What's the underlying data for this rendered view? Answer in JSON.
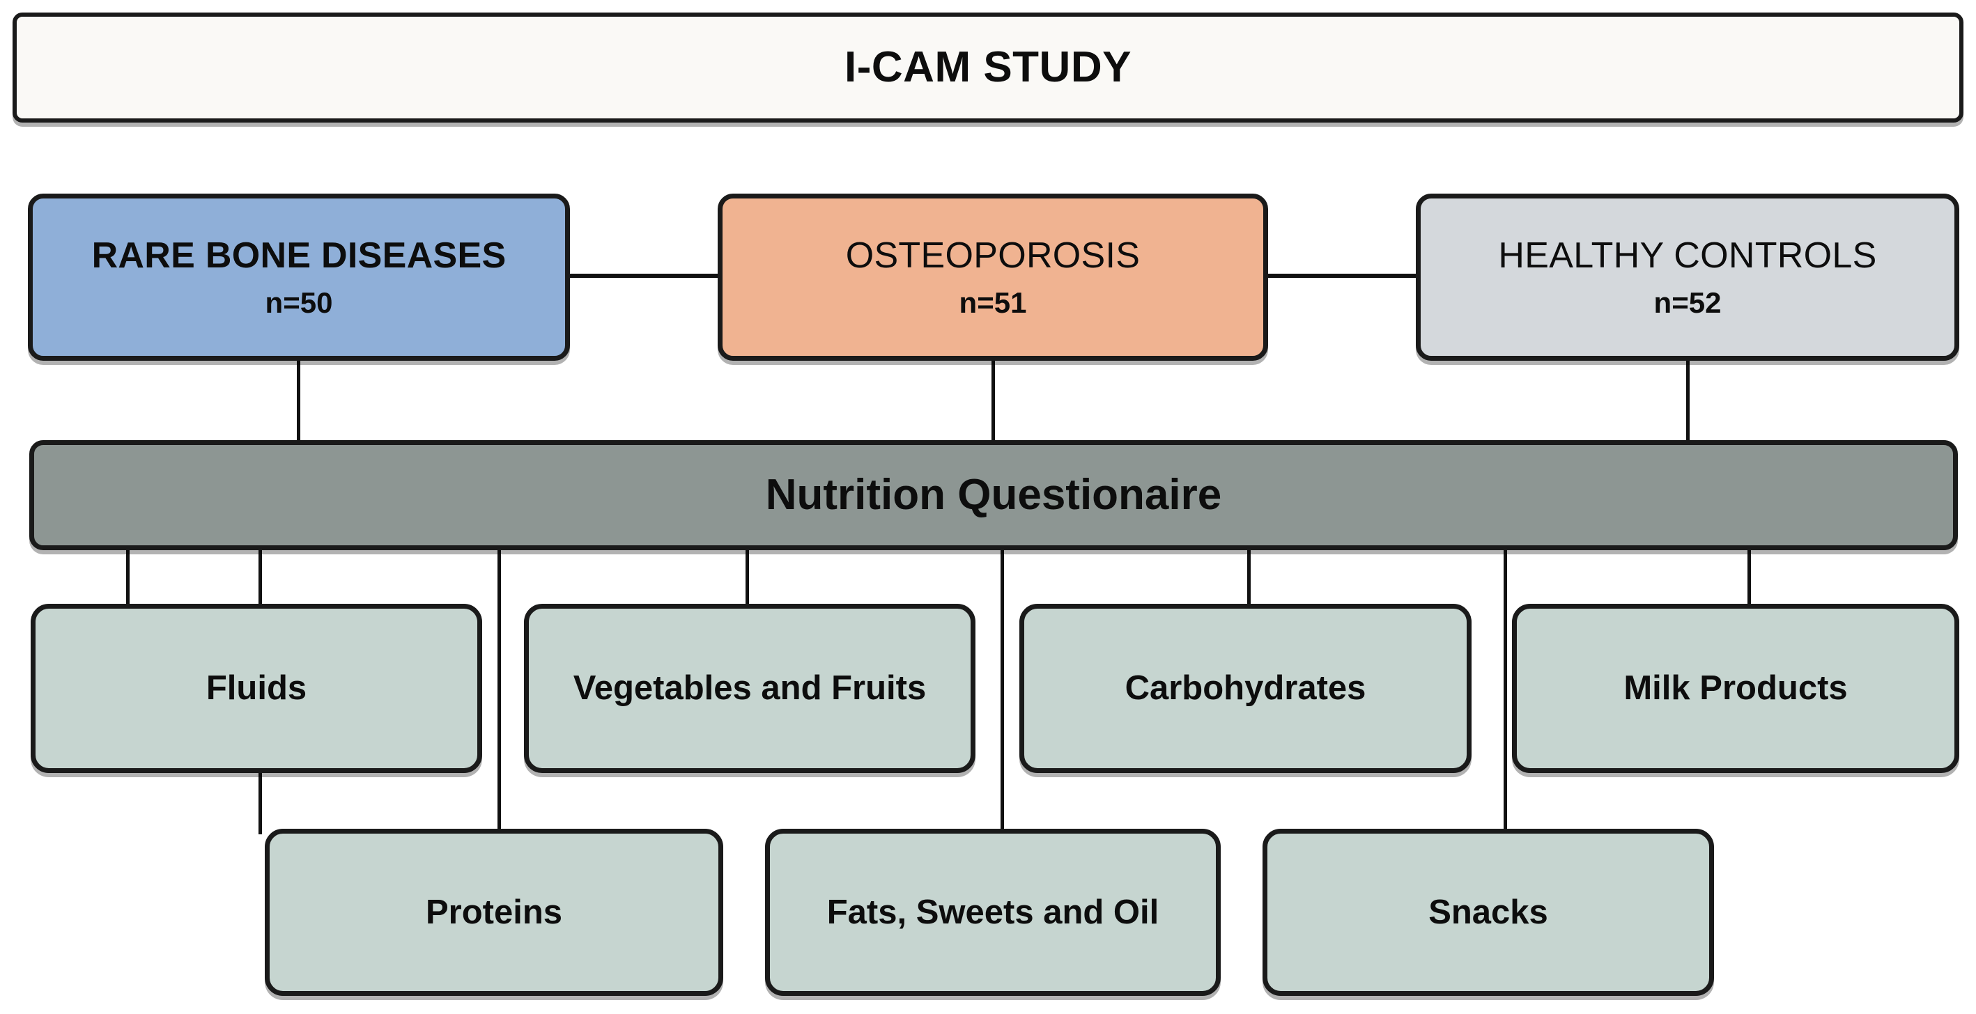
{
  "diagram": {
    "title": "I-CAM STUDY",
    "groups": [
      {
        "label": "RARE BONE DISEASES",
        "n": "n=50",
        "color": "#8FAFD8",
        "bold": true
      },
      {
        "label": "OSTEOPOROSIS",
        "n": "n=51",
        "color": "#F0B391",
        "bold": false
      },
      {
        "label": "HEALTHY CONTROLS",
        "n": "n=52",
        "color": "#D4D8DC",
        "bold": false
      }
    ],
    "instrument": {
      "label": "Nutrition Questionaire",
      "color": "#8D9693"
    },
    "categories_row1": [
      {
        "label": "Fluids"
      },
      {
        "label": "Vegetables and Fruits"
      },
      {
        "label": "Carbohydrates"
      },
      {
        "label": "Milk Products"
      }
    ],
    "categories_row2": [
      {
        "label": "Proteins"
      },
      {
        "label": "Fats, Sweets and Oil"
      },
      {
        "label": "Snacks"
      }
    ],
    "colors": {
      "category_fill": "#C6D5D0",
      "title_fill": "#FAF9F6",
      "outline": "#1a1a1a",
      "connector": "#111111"
    }
  }
}
